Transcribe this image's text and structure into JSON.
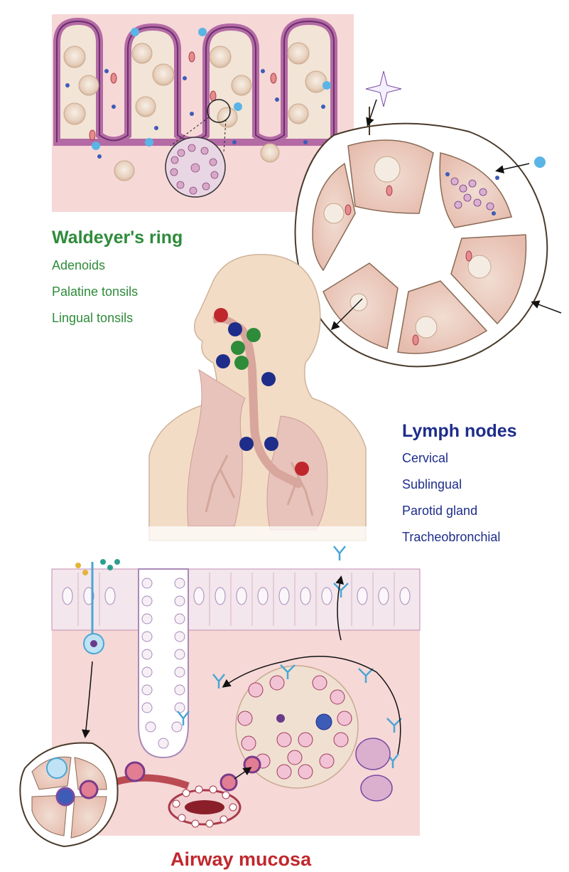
{
  "colors": {
    "green": "#2e8b3a",
    "navy": "#1e2d8a",
    "red": "#c0272d",
    "skin": "#f2dcc5",
    "tissue": "#f4cfcd",
    "epithelium": "#c48ab0",
    "cell_blue": "#4aa6d6"
  },
  "waldeyer": {
    "title": "Waldeyer's ring",
    "items": [
      "Adenoids",
      "Palatine tonsils",
      "Lingual tonsils"
    ]
  },
  "lymph_nodes": {
    "title": "Lymph nodes",
    "items": [
      "Cervical",
      "Sublingual",
      "Parotid gland",
      "Tracheobronchial"
    ]
  },
  "airway": {
    "title": "Airway mucosa"
  }
}
